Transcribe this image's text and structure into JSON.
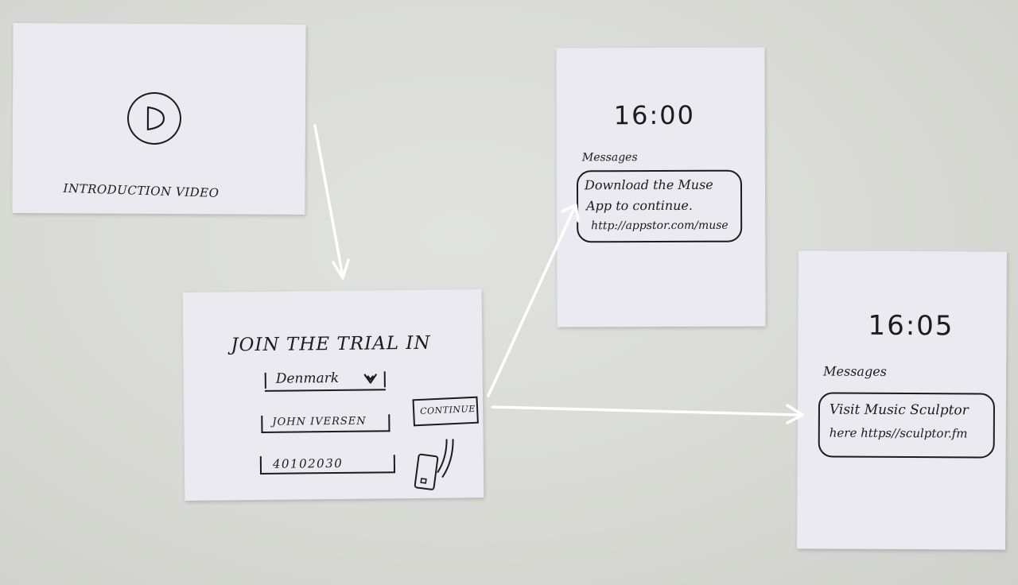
{
  "intro_card": {
    "play_icon": "play-icon",
    "label": "INTRODUCTION VIDEO"
  },
  "join_card": {
    "heading": "JOIN THE TRIAL IN",
    "country_value": "Denmark",
    "dropdown_icon": "chevron-down-icon",
    "name_value": "JOHN IVERSEN",
    "phone_value": "40102030",
    "continue_label": "CONTINUE",
    "phone_icon": "phone-icon"
  },
  "message_card_1": {
    "time": "16:00",
    "messages_label": "Messages",
    "message_line_1": "Download the Muse",
    "message_line_2": "App to continue.",
    "message_line_3": "http://appstor.com/muse"
  },
  "message_card_2": {
    "time": "16:05",
    "messages_label": "Messages",
    "message_line_1": "Visit Music Sculptor",
    "message_line_2": "here https//sculptor.fm"
  },
  "colors": {
    "background": "#d9dad5",
    "card": "#eaeaf0",
    "ink": "#1c1c1c",
    "arrow": "#ffffff"
  }
}
